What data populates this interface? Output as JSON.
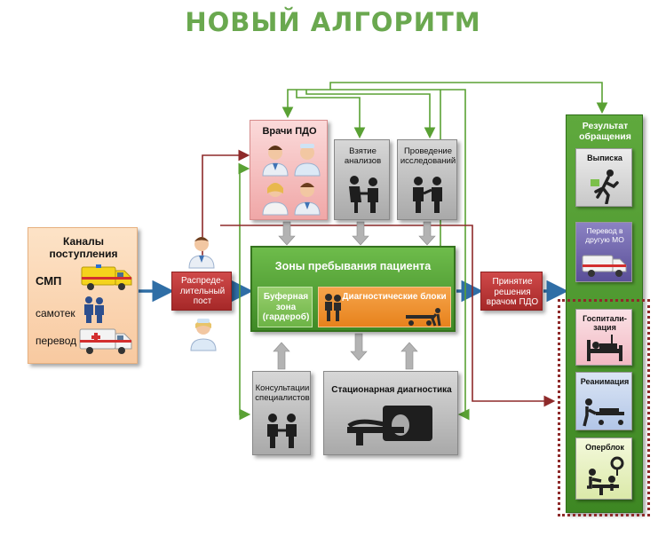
{
  "title": "НОВЫЙ АЛГОРИТМ",
  "channels": {
    "title": "Каналы поступления",
    "items": [
      "СМП",
      "самотек",
      "перевод"
    ]
  },
  "distributor": "Распреде-лительный пост",
  "doctors_pdo": "Врачи ПДО",
  "analyses": "Взятие анализов",
  "research": "Проведение исследований",
  "zones": {
    "title": "Зоны пребывания пациента",
    "buffer": "Буферная зона (гардероб)",
    "diagnostic": "Диагностические блоки"
  },
  "consultations": "Консультации специалистов",
  "stationary_diagnostics": "Стационарная диагностика",
  "decision": "Принятие решения врачом ПДО",
  "result": {
    "title": "Результат обращения",
    "items": [
      "Выписка",
      "Перевод в другую МО",
      "Госпитали-зация",
      "Реанимация",
      "Оперблок"
    ]
  },
  "colors": {
    "title_green": "#6aa84f",
    "arrow_green": "#5aa134",
    "arrow_red": "#8e2a2a",
    "arrow_blue": "#2f6ea6",
    "arrow_gray": "#9a9a9a"
  }
}
